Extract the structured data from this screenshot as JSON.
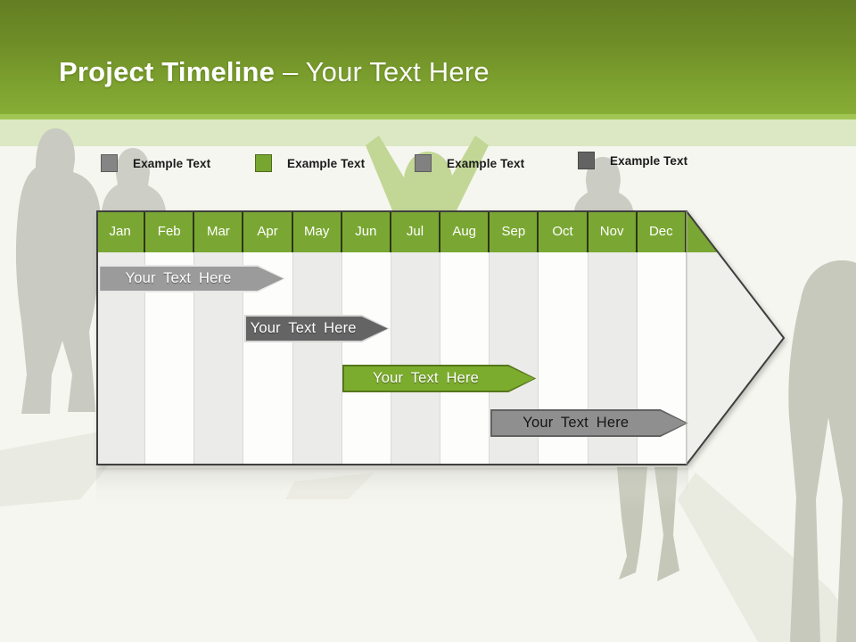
{
  "title": {
    "bold": "Project Timeline",
    "rest": "– Your Text Here"
  },
  "legend": {
    "items": [
      {
        "label": "Example Text",
        "swatch_fill": "#858585",
        "swatch_border": "#5e5e5e"
      },
      {
        "label": "Example Text",
        "swatch_fill": "#76a62f",
        "swatch_border": "#4f6b1d"
      },
      {
        "label": "Example Text",
        "swatch_fill": "#818181",
        "swatch_border": "#5e5e5e"
      },
      {
        "label": "Example Text",
        "swatch_fill": "#636363",
        "swatch_border": "#4a4a4a"
      }
    ]
  },
  "timeline": {
    "months": [
      "Jan",
      "Feb",
      "Mar",
      "Apr",
      "May",
      "Jun",
      "Jul",
      "Aug",
      "Sep",
      "Oct",
      "Nov",
      "Dec"
    ],
    "bars": [
      {
        "label": "Your Text Here",
        "row": 0,
        "start_month": 0.04,
        "end_month": 3.84,
        "fill": "#9b9b9b",
        "border": "#e8e8e8",
        "text_style": "light"
      },
      {
        "label": "Your Text Here",
        "row": 1,
        "start_month": 3.0,
        "end_month": 5.96,
        "fill": "#646464",
        "border": "#d6d6d6",
        "text_style": "light"
      },
      {
        "label": "Your Text Here",
        "row": 2,
        "start_month": 5.0,
        "end_month": 8.94,
        "fill": "#7cac2d",
        "border": "#55761c",
        "text_style": "light"
      },
      {
        "label": "Your Text Here",
        "row": 3,
        "start_month": 8.01,
        "end_month": 12.03,
        "fill": "#8f8f8f",
        "border": "#616161",
        "text_style": "dark"
      }
    ]
  },
  "colors": {
    "header_gradient_top": "#637e23",
    "header_gradient_bottom": "#87ad36",
    "header_highlight": "#a2c653",
    "pale_band": "#dbe8c3",
    "page_background": "#f6f6f0",
    "month_header_green": "#7aa733",
    "month_separator": "#2d3711",
    "column_stripe_gray": "#ebebe9",
    "column_stripe_white": "#fdfdfc",
    "pentagon_fill": "#efefec",
    "pentagon_outline": "#3f3f3f"
  }
}
